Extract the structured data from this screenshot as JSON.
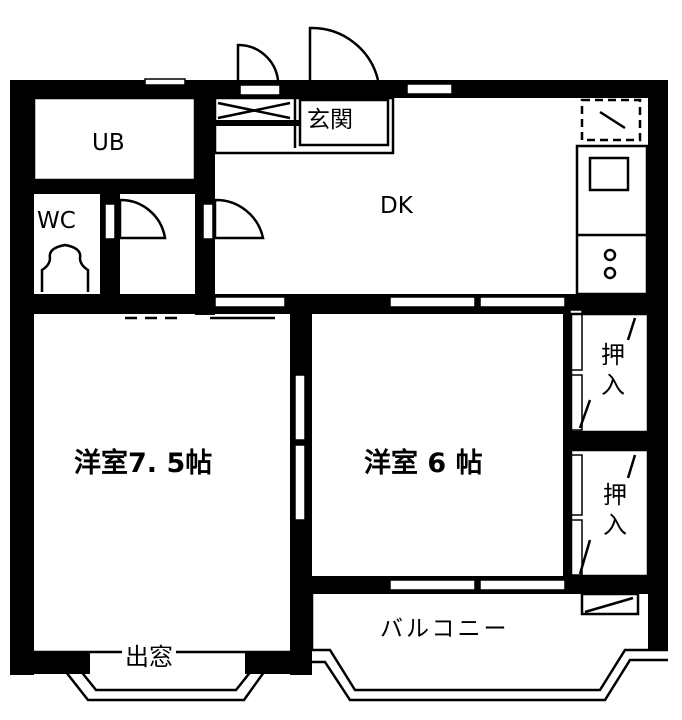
{
  "floorplan": {
    "rooms": {
      "ub": {
        "label": "UB"
      },
      "wc": {
        "label": "WC"
      },
      "entrance": {
        "label": "玄関"
      },
      "dk": {
        "label": "DK"
      },
      "western_room_1": {
        "label": "洋室7. 5帖"
      },
      "western_room_2": {
        "label": "洋室 6 帖"
      },
      "closet_1": {
        "label": "押入"
      },
      "closet_2": {
        "label": "押入"
      },
      "bay_window": {
        "label": "出窓"
      },
      "balcony": {
        "label": "バルコニー"
      }
    },
    "colors": {
      "wall": "#000000",
      "background": "#ffffff"
    }
  }
}
